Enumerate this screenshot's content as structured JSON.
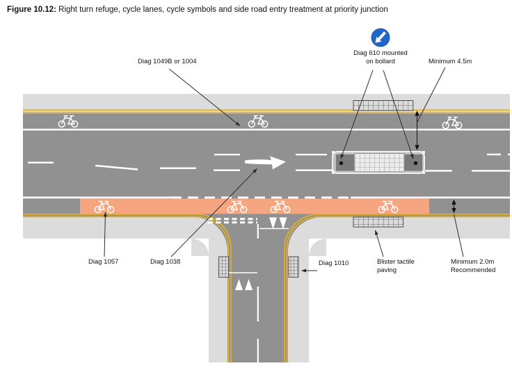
{
  "figure": {
    "label": "Figure 10.12:",
    "caption": " Right turn refuge, cycle lanes, cycle symbols and side road entry treatment at priority junction"
  },
  "labels": {
    "diag_1049": "Diag 1049B or 1004",
    "diag_610": "Diag 610 mounted\non bollard",
    "min_4_5": "Minimum 4.5m",
    "diag_1057": "Diag 1057",
    "diag_1038": "Diag 1038",
    "diag_1010": "Diag 1010",
    "blister": "Blister tactile\npaving",
    "min_2_0": "Minimum 2.0m\nRecommended"
  },
  "icons": {
    "sign": "keep-left-arrow-sign"
  },
  "colors": {
    "footway": "#dcdcdc",
    "carriageway": "#919191",
    "cycle_lane_surface": "#f5a57f",
    "kerb_yellow": "#e3af25",
    "marking_white": "#ffffff",
    "island_dark": "#7b7b7b",
    "sign_blue": "#2166c9"
  }
}
